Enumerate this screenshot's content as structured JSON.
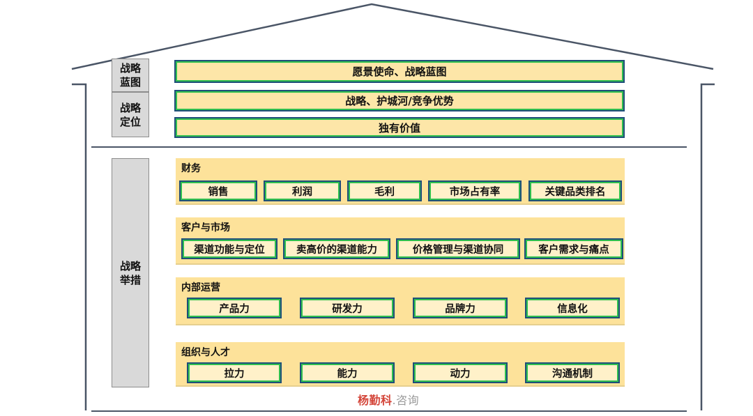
{
  "side_labels": {
    "blueprint": "战略\n蓝图",
    "positioning": "战略\n定位",
    "measures": "战略\n举措"
  },
  "top_bars": [
    "愿景使命、战略蓝图",
    "战略、护城河/竞争优势",
    "独有价值"
  ],
  "groups": [
    {
      "title": "财务",
      "items": [
        "销售",
        "利润",
        "毛利",
        "市场占有率",
        "关键品类排名"
      ]
    },
    {
      "title": "客户与市场",
      "items": [
        "渠道功能与定位",
        "卖高价的渠道能力",
        "价格管理与渠道协同",
        "客户需求与痛点"
      ]
    },
    {
      "title": "内部运营",
      "items": [
        "产品力",
        "研发力",
        "品牌力",
        "信息化"
      ]
    },
    {
      "title": "组织与人才",
      "items": [
        "拉力",
        "能力",
        "动力",
        "沟通机制"
      ]
    }
  ],
  "watermark": {
    "brand": "杨勤科",
    "suffix": ".咨询"
  },
  "colors": {
    "roof_line": "#4a5566",
    "bar_fill": "#fde6a8",
    "group_fill": "#fde29a",
    "chip_fill": "#fff1c9",
    "inner_border": "#2fbf4f",
    "outer_border": "#1f4e79",
    "side_fill": "#d9d9d9"
  }
}
